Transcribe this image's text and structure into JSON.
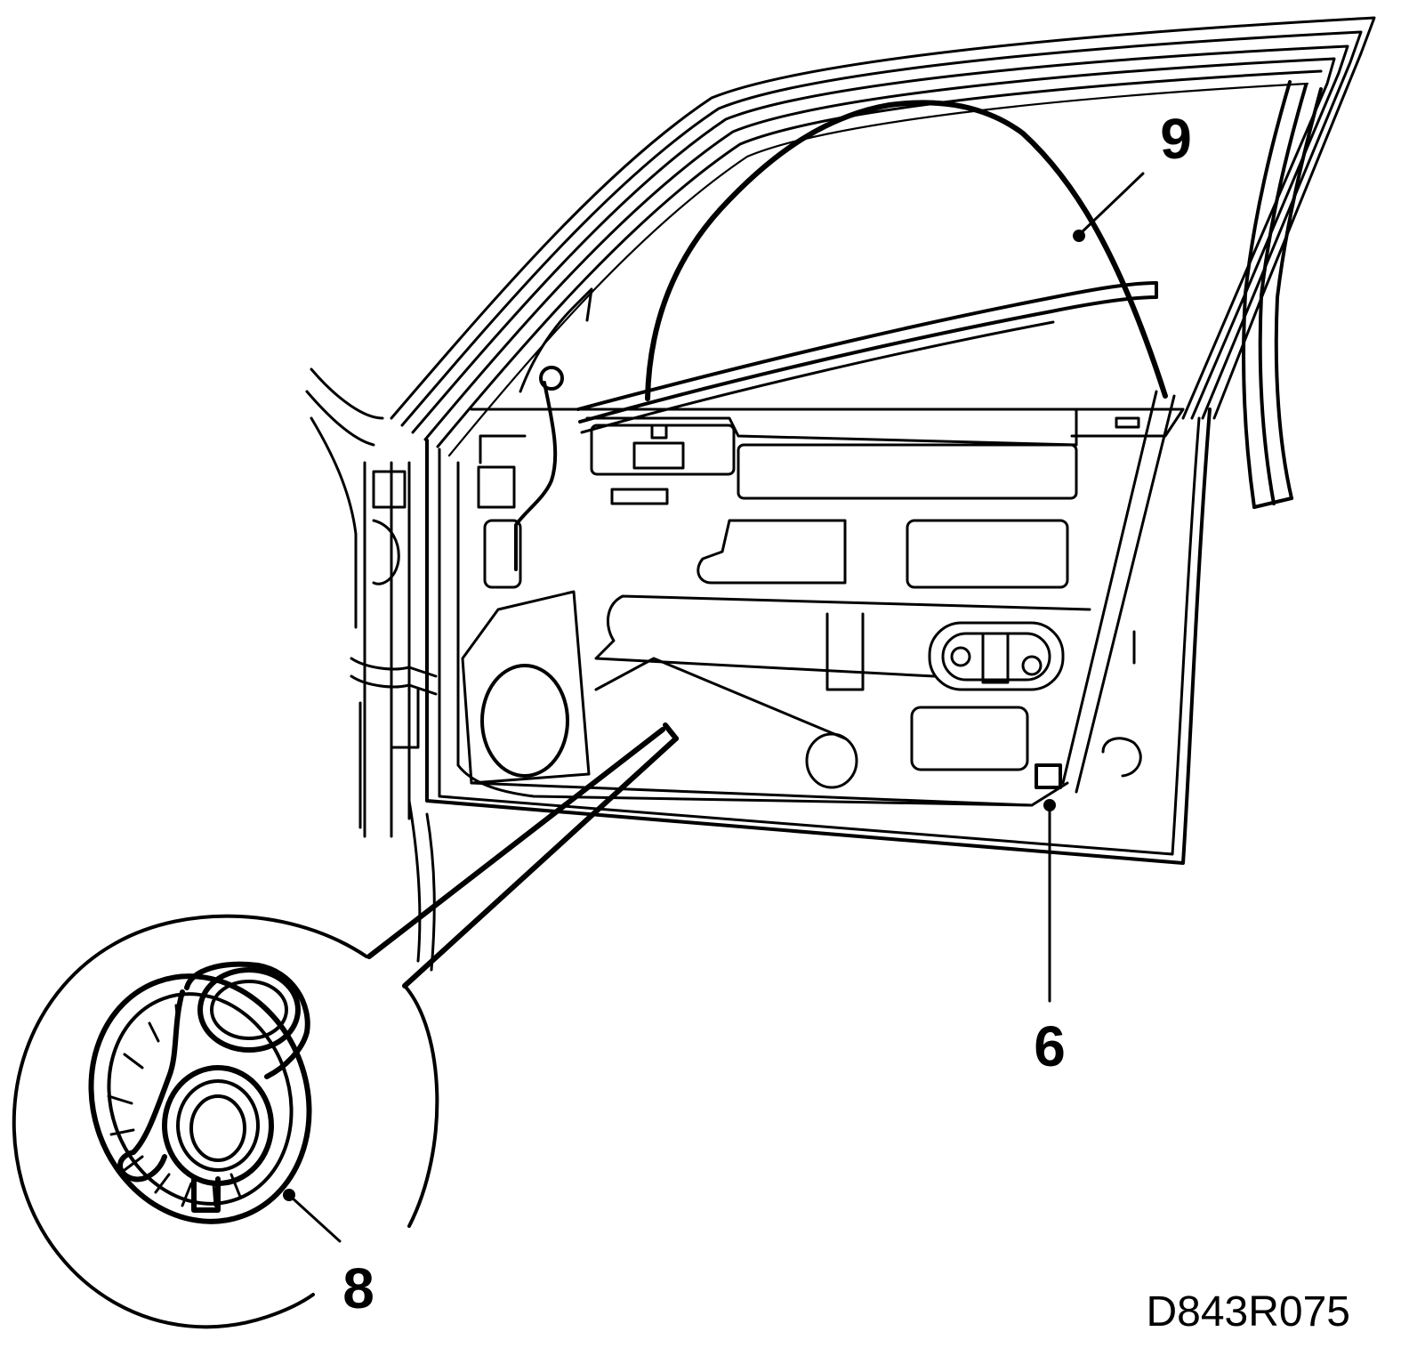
{
  "diagram": {
    "callouts": {
      "window_glass": "9",
      "panel_fastener": "6",
      "speaker_seal": "8"
    },
    "figure_code": "D843R075"
  }
}
